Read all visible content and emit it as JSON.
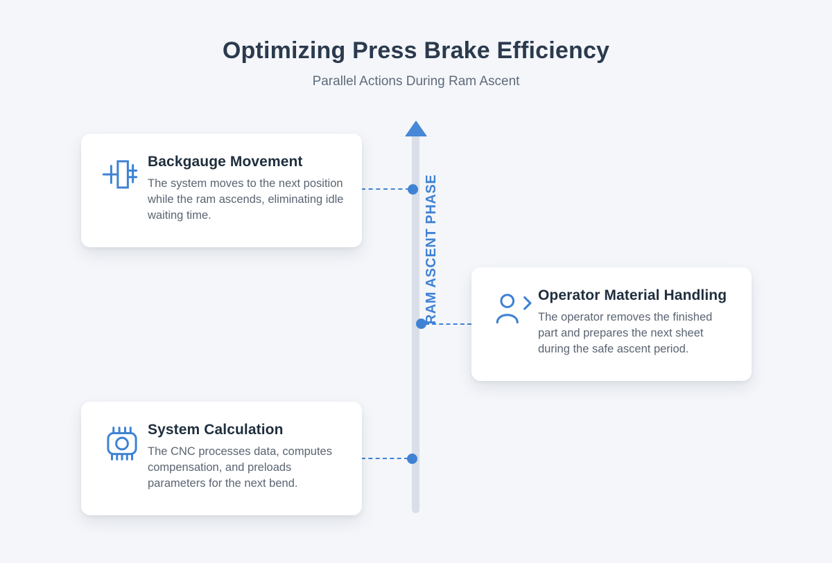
{
  "header": {
    "title": "Optimizing Press Brake Efficiency",
    "subtitle": "Parallel Actions During Ram Ascent"
  },
  "timeline": {
    "label": "RAM ASCENT PHASE",
    "direction": "up"
  },
  "cards": [
    {
      "icon": "backgauge-icon",
      "title": "Backgauge Movement",
      "description": "The system moves to the next position while the ram ascends, eliminating idle waiting time."
    },
    {
      "icon": "operator-icon",
      "title": "Operator Material Handling",
      "description": "The operator removes the finished part and prepares the next sheet during the safe ascent period."
    },
    {
      "icon": "cpu-icon",
      "title": "System Calculation",
      "description": "The CNC processes data, computes compensation, and preloads parameters for the next bend."
    }
  ],
  "colors": {
    "accent": "#3f82d4",
    "background": "#f4f6fa",
    "card_background": "#ffffff",
    "heading": "#2b3a4d",
    "subtitle": "#5f6b7a",
    "card_title": "#1f2e3d",
    "body_text": "#5a6472",
    "timeline_bar": "#d9dee8"
  }
}
